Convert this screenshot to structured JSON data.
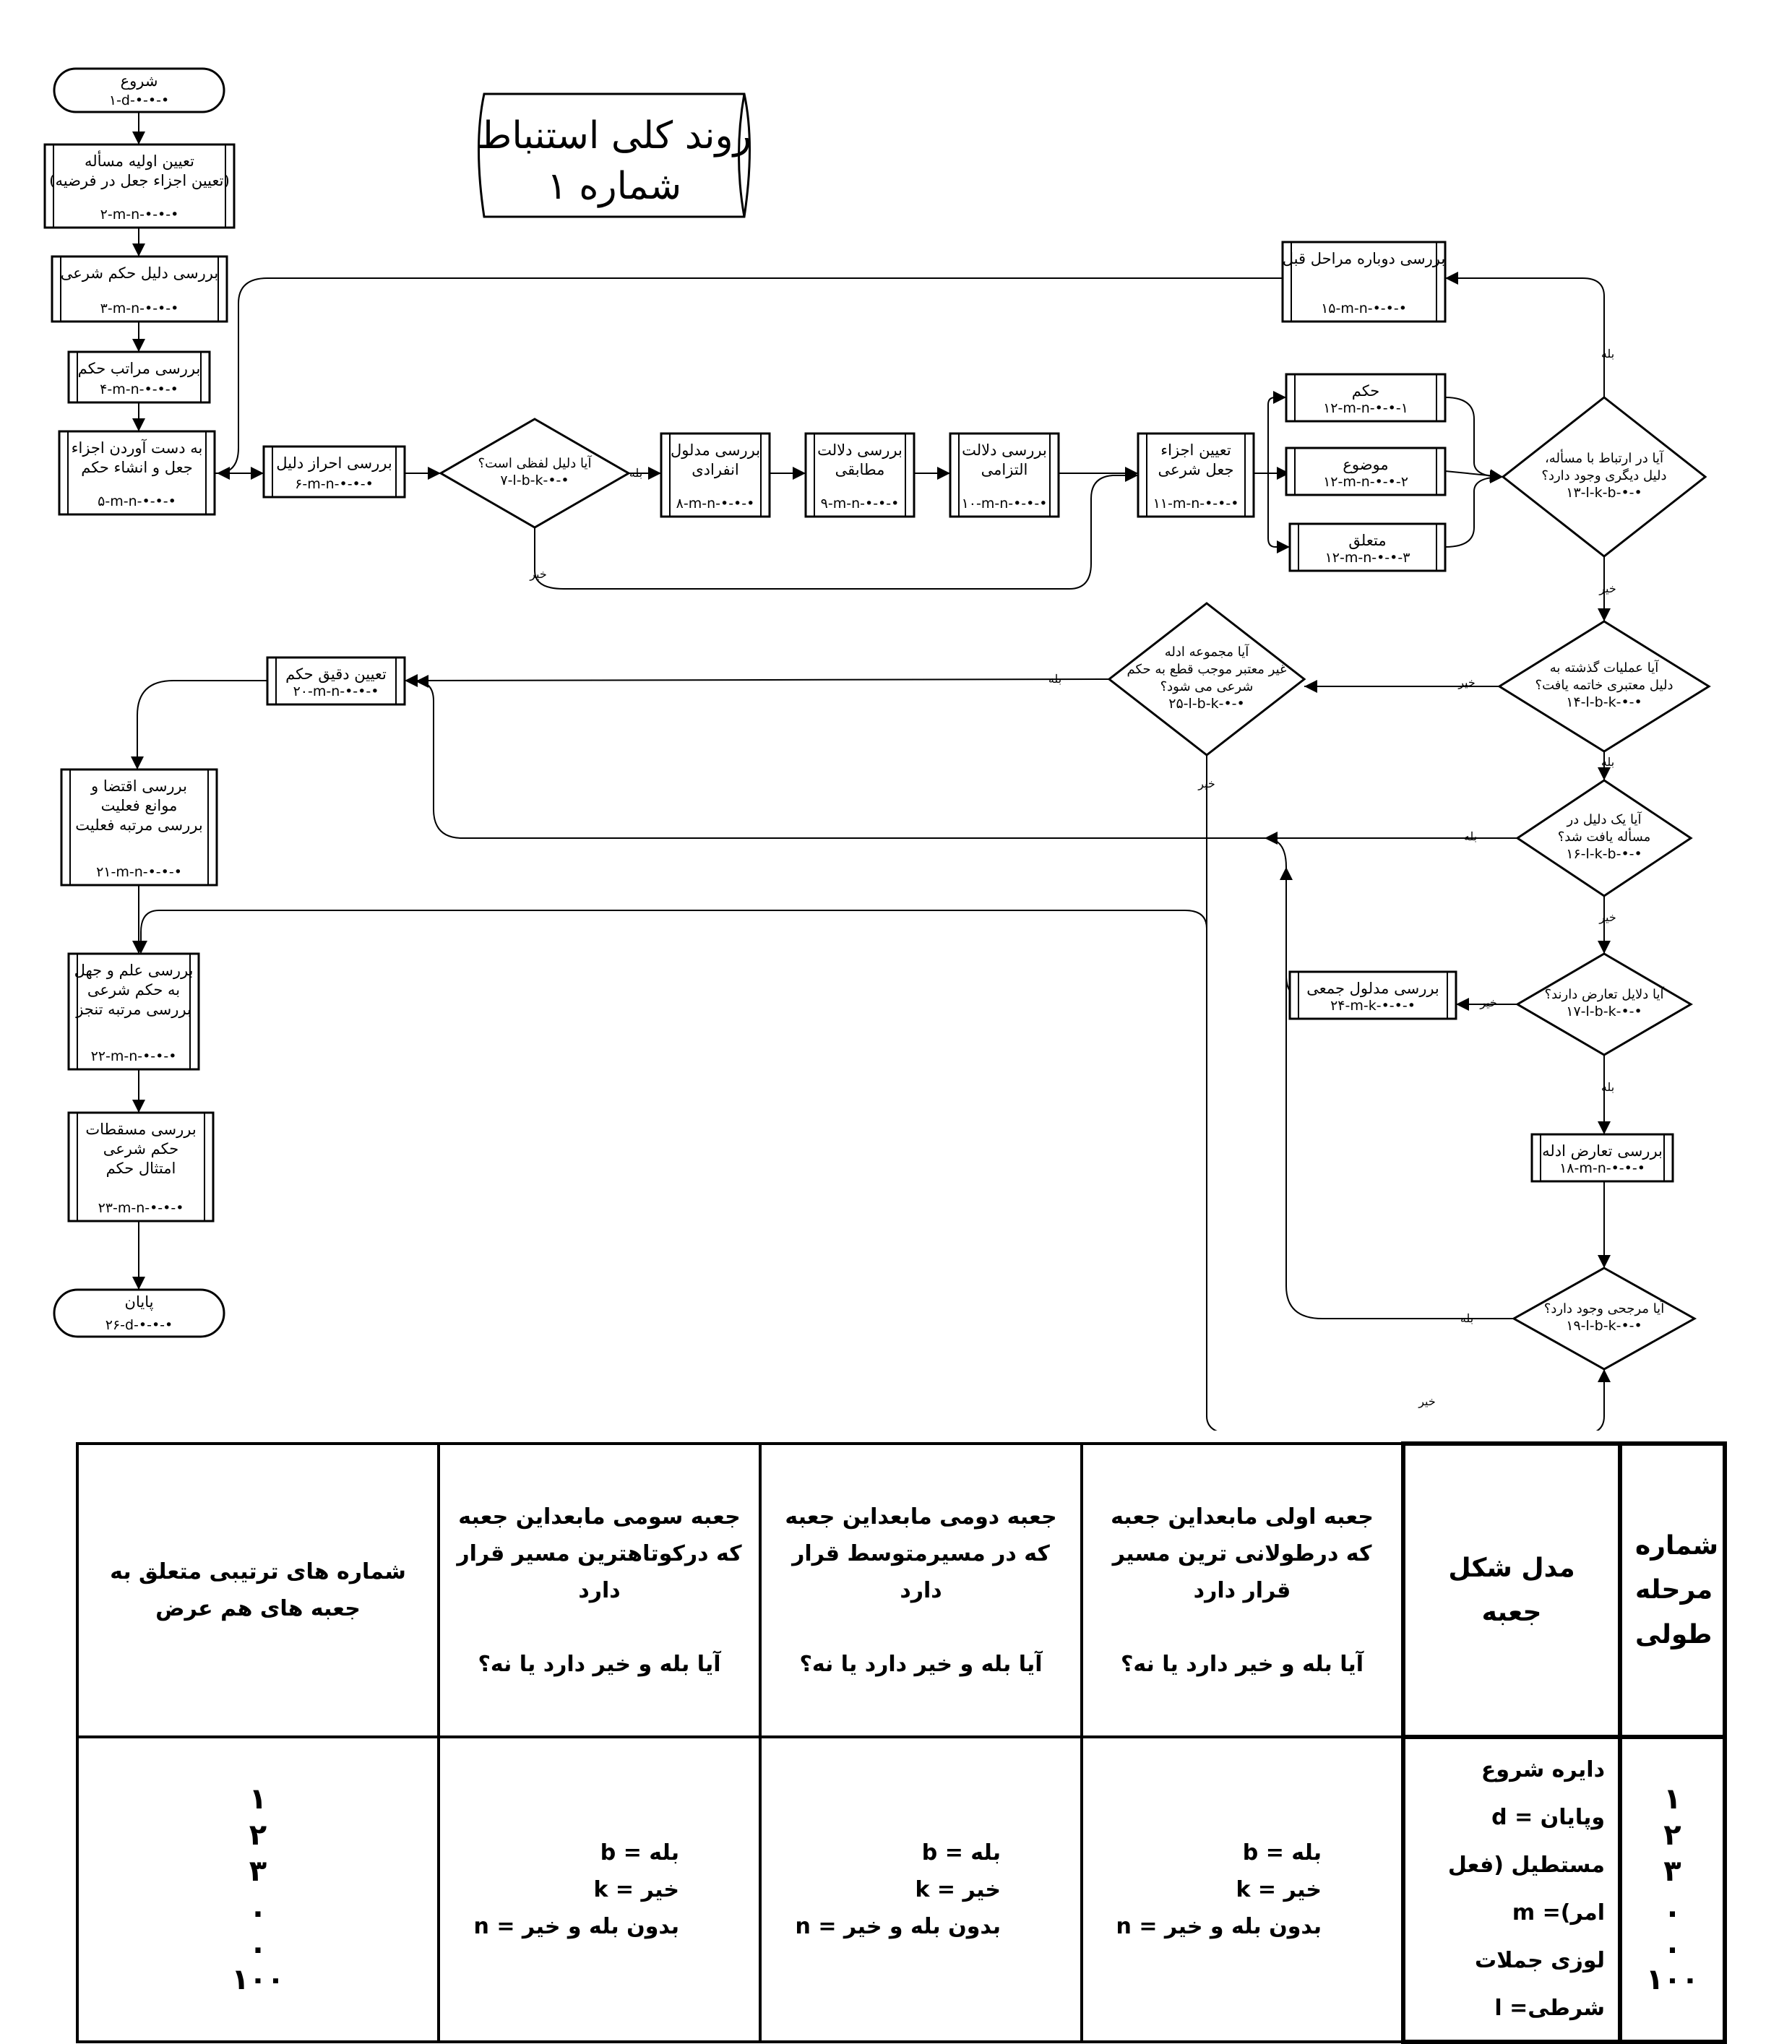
{
  "title": {
    "line1": "روند کلی استنباط",
    "line2": "شماره ۱"
  },
  "nodes": [
    {
      "id": "start",
      "lines": [
        "شروع"
      ],
      "code": "۱-d-•-•-•"
    },
    {
      "id": "n2",
      "lines": [
        "تعیین اولیه مسأله",
        "(تعیین اجزاء جعل در فرضیه)"
      ],
      "code": "۲-m-n-•-•-•"
    },
    {
      "id": "n3",
      "lines": [
        "بررسی دلیل حکم شرعی"
      ],
      "code": "۳-m-n-•-•-•"
    },
    {
      "id": "n4",
      "lines": [
        "بررسی مراتب حکم"
      ],
      "code": "۴-m-n-•-•-•"
    },
    {
      "id": "n5",
      "lines": [
        "به دست آوردن اجزاء",
        "جعل و انشاء حکم"
      ],
      "code": "۵-m-n-•-•-•"
    },
    {
      "id": "n6",
      "lines": [
        "بررسی احراز دلیل"
      ],
      "code": "۶-m-n-•-•-•"
    },
    {
      "id": "n7",
      "lines": [
        "آیا دلیل لفظی است؟"
      ],
      "code": "۷-l-b-k-•-•"
    },
    {
      "id": "n8",
      "lines": [
        "بررسی مدلول",
        "انفرادی"
      ],
      "code": "۸-m-n-•-•-•"
    },
    {
      "id": "n9",
      "lines": [
        "بررسی دلالت",
        "مطابقی"
      ],
      "code": "۹-m-n-•-•-•"
    },
    {
      "id": "n10",
      "lines": [
        "بررسی دلالت",
        "التزامی"
      ],
      "code": "۱۰-m-n-•-•-•"
    },
    {
      "id": "n11",
      "lines": [
        "تعیین اجزاء",
        "جعل شرعی"
      ],
      "code": "۱۱-m-n-•-•-•"
    },
    {
      "id": "n12a",
      "lines": [
        "حکم"
      ],
      "code": "۱۲-m-n-•-•-۱"
    },
    {
      "id": "n12b",
      "lines": [
        "موضوع"
      ],
      "code": "۱۲-m-n-•-•-۲"
    },
    {
      "id": "n12c",
      "lines": [
        "متعلق"
      ],
      "code": "۱۲-m-n-•-•-۳"
    },
    {
      "id": "n13",
      "lines": [
        "آیا در ارتباط با مسأله،",
        "دلیل دیگری وجود دارد؟"
      ],
      "code": "۱۳-l-k-b-•-•"
    },
    {
      "id": "n14",
      "lines": [
        "آیا عملیات گذشته به",
        "دلیل معتبری خاتمه یافت؟"
      ],
      "code": "۱۴-l-b-k-•-•"
    },
    {
      "id": "n15",
      "lines": [
        "بررسی دوباره مراحل قبل"
      ],
      "code": "۱۵-m-n-•-•-•"
    },
    {
      "id": "n16",
      "lines": [
        "آیا یک دلیل در",
        "مسأله یافت شد؟"
      ],
      "code": "۱۶-l-k-b-•-•"
    },
    {
      "id": "n17",
      "lines": [
        "آیا دلایل تعارض دارند؟"
      ],
      "code": "۱۷-l-b-k-•-•"
    },
    {
      "id": "n18",
      "lines": [
        "بررسی تعارض ادله"
      ],
      "code": "۱۸-m-n-•-•-•"
    },
    {
      "id": "n19",
      "lines": [
        "آیا مرجحی وجود دارد؟"
      ],
      "code": "۱۹-l-b-k-•-•"
    },
    {
      "id": "n20",
      "lines": [
        "تعیین دقیق حکم"
      ],
      "code": "۲۰-m-n-•-•-•"
    },
    {
      "id": "n21",
      "lines": [
        "بررسی اقتضا و",
        "موانع فعلیت",
        "بررسی مرتبه فعلیت"
      ],
      "code": "۲۱-m-n-•-•-•"
    },
    {
      "id": "n22",
      "lines": [
        "بررسی علم و جهل",
        "به حکم شرعی",
        "بررسی مرتبه تنجز"
      ],
      "code": "۲۲-m-n-•-•-•"
    },
    {
      "id": "n23",
      "lines": [
        "بررسی مسقطات",
        "حکم شرعی",
        "امتثال حکم"
      ],
      "code": "۲۳-m-n-•-•-•"
    },
    {
      "id": "n24",
      "lines": [
        "بررسی مدلول جمعی"
      ],
      "code": "۲۴-m-k-•-•-•"
    },
    {
      "id": "n25",
      "lines": [
        "آیا مجموعه ادله",
        "غیر معتبر موجب قطع به حکم",
        "شرعی می شود؟"
      ],
      "code": "۲۵-l-b-k-•-•"
    },
    {
      "id": "end",
      "lines": [
        "پایان"
      ],
      "code": "۲۶-d-•-•-•"
    }
  ],
  "edge_labels": {
    "yes": "بله",
    "no": "خیر"
  },
  "legend": {
    "headers": [
      "شماره های ترتیبی متعلق به جعبه های هم عرض",
      "جعبه سومی مابعداین جعبه که درکوتاهترین مسیر قرار دارد",
      "جعبه دومی مابعداین جعبه که در مسیرمتوسط قرار دارد",
      "جعبه اولی مابعداین جعبه که درطولانی ترین مسیر قرار دارد",
      "مدل شکل جعبه",
      "شماره مرحله طولی"
    ],
    "question": "آیا بله و خیر دارد یا نه؟",
    "yes_no": [
      "بله = b",
      "خیر = k",
      "بدون بله و خیر = n"
    ],
    "shapes": [
      "دایره شروع وپایان = d",
      "مستطیل (فعل امر)= m",
      "لوزی جملات شرطی= l"
    ],
    "digits_right": [
      "۱",
      "۲",
      "۳",
      ".",
      ".",
      "۱۰۰"
    ],
    "digits_left": [
      "۱",
      "۲",
      "۳",
      ".",
      ".",
      "۱۰۰"
    ]
  }
}
